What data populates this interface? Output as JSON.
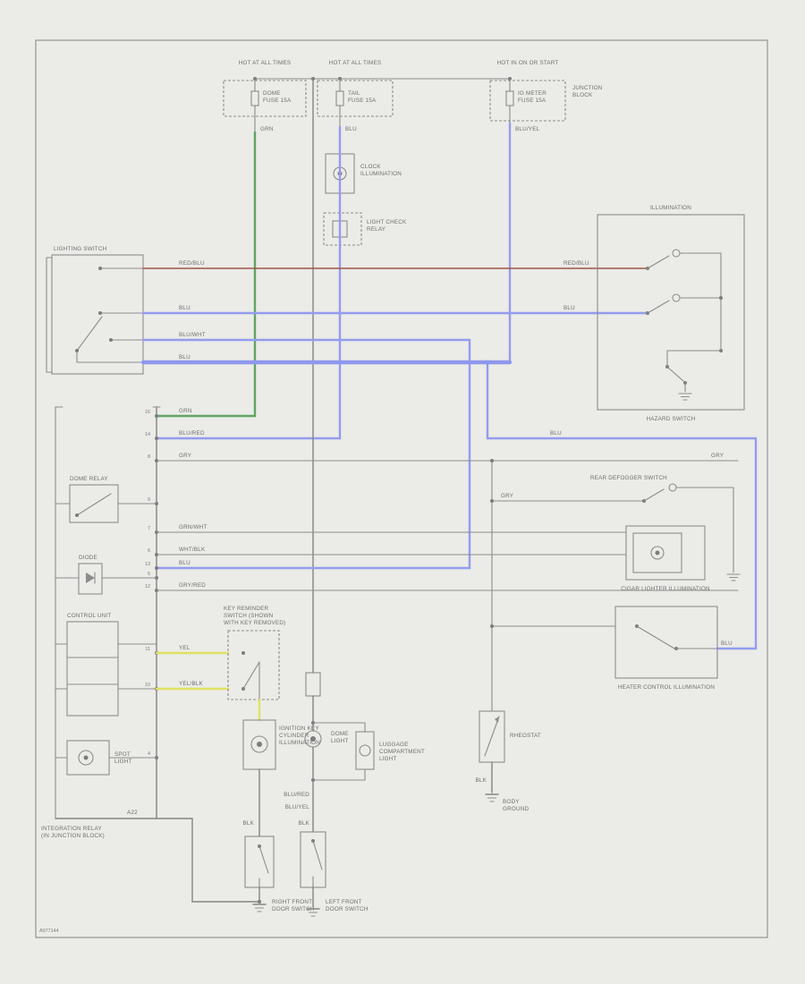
{
  "meta": {
    "code": "A977144"
  },
  "labels": {
    "hot1": "HOT AT ALL TIMES",
    "hot2": "HOT AT ALL TIMES",
    "hot3": "HOT IN ON OR START",
    "fuse1a": "DOME",
    "fuse1b": "FUSE 15A",
    "fuse2a": "TAIL",
    "fuse2b": "FUSE 15A",
    "fuse3a": "IG METER",
    "fuse3b": "FUSE 15A",
    "jb1": "JUNCTION",
    "jb2": "BLOCK",
    "clock1": "CLOCK",
    "clock2": "ILLUMINATION",
    "relay1": "LIGHT CHECK",
    "relay2": "RELAY",
    "lighting_switch": "LIGHTING SWITCH",
    "illumination": "ILLUMINATION",
    "hazard": "HAZARD SWITCH",
    "defog": "REAR DEFOGGER SWITCH",
    "cigar": "CIGAR LIGHTER ILLUMINATION",
    "heater": "HEATER CONTROL ILLUMINATION",
    "rheostat": "RHEOSTAT",
    "gnd_body1": "BODY",
    "gnd_body2": "GROUND",
    "dome_relay": "DOME RELAY",
    "diode": "DIODE",
    "control_unit": "CONTROL UNIT",
    "spot1": "SPOT",
    "spot2": "LIGHT",
    "integ1": "INTEGRATION RELAY",
    "integ2": "(IN JUNCTION BLOCK)",
    "key1": "KEY REMINDER",
    "key2": "SWITCH (SHOWN",
    "key3": "WITH KEY REMOVED)",
    "keycyl1": "IGNITION KEY",
    "keycyl2": "CYLINDER",
    "keycyl3": "ILLUMINATION",
    "dome1": "DOME",
    "dome2": "LIGHT",
    "lug1": "LUGGAGE",
    "lug2": "COMPARTMENT",
    "lug3": "LIGHT",
    "lfd1": "LEFT FRONT",
    "lfd2": "DOOR SWITCH",
    "rfd1": "RIGHT FRONT",
    "rfd2": "DOOR SWITCH",
    "a22": "A22"
  },
  "wires": {
    "grn_top": "GRN",
    "blu_top": "BLU",
    "bluyel_top": "BLU/YEL",
    "redblu_l": "RED/BLU",
    "redblu_r": "RED/BLU",
    "blu_l": "BLU",
    "blu_r": "BLU",
    "bluwht": "BLU/WHT",
    "blu_thick": "BLU",
    "grn": "GRN",
    "blured": "BLU/RED",
    "gry_l": "GRY",
    "gry_r": "GRY",
    "grnwht": "GRN/WHT",
    "whtblk": "WHT/BLK",
    "blu_mid": "BLU",
    "gryred": "GRY/RED",
    "yel": "YEL",
    "yelblk": "YEL/BLK",
    "blu_490": "BLU",
    "blu_725": "BLU",
    "gry_560": "GRY",
    "blured_b": "BLU/RED",
    "bluyel_b": "BLU/YEL",
    "blk1": "BLK",
    "blk2": "BLK",
    "blk3": "BLK"
  },
  "pins": {
    "p465": "16",
    "p490": "14",
    "p515": "8",
    "p563": "9",
    "p595": "7",
    "p620": "6",
    "p635": "13",
    "p646": "5",
    "p660": "12",
    "p730": "11",
    "p770": "10",
    "p847": "4"
  }
}
